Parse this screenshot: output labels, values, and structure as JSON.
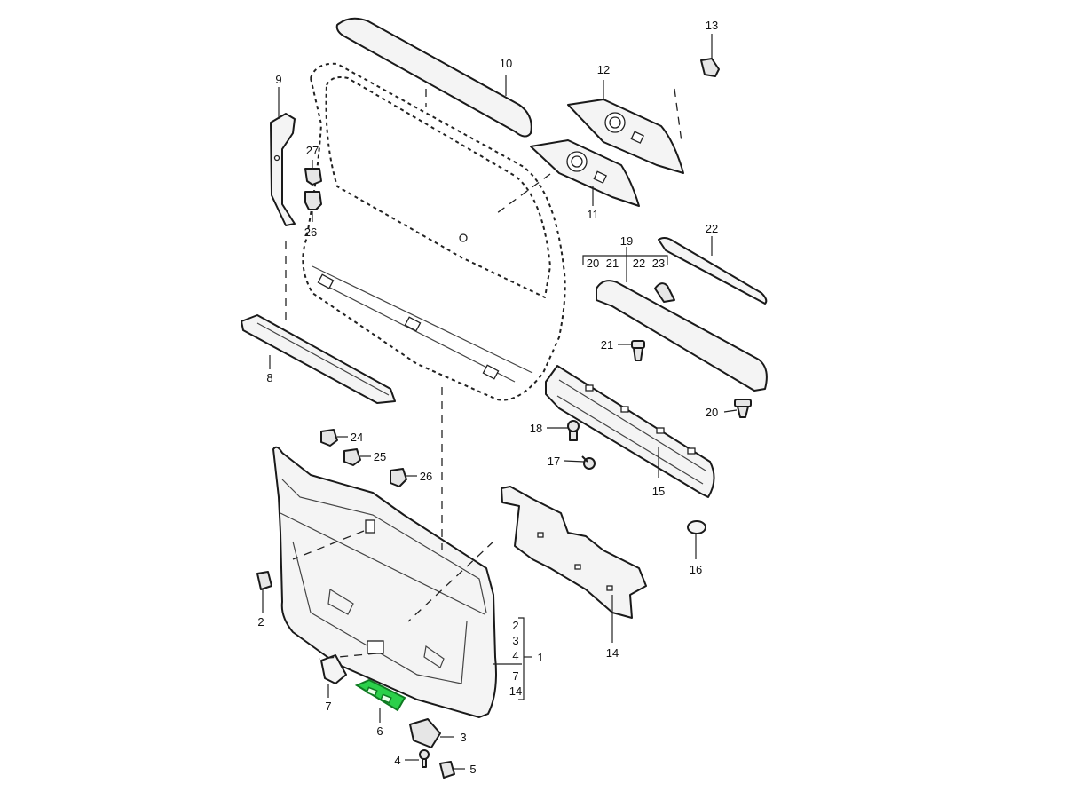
{
  "callouts": {
    "c1": "1",
    "c2a": "2",
    "c2b": "2",
    "c3a": "3",
    "c3b": "3",
    "c4a": "4",
    "c4b": "4",
    "c5": "5",
    "c6": "6",
    "c7a": "7",
    "c7b": "7",
    "c8": "8",
    "c9": "9",
    "c10": "10",
    "c11": "11",
    "c12": "12",
    "c13": "13",
    "c14a": "14",
    "c14b": "14",
    "c15": "15",
    "c16": "16",
    "c17": "17",
    "c18": "18",
    "c19": "19",
    "c20a": "20",
    "c20b": "20",
    "c21a": "21",
    "c21b": "21",
    "c22a": "22",
    "c22b": "22",
    "c23": "23",
    "c24": "24",
    "c25": "25",
    "c26a": "26",
    "c26b": "26",
    "c27": "27"
  },
  "highlight": {
    "part": "6",
    "color": "#2bd04a"
  }
}
